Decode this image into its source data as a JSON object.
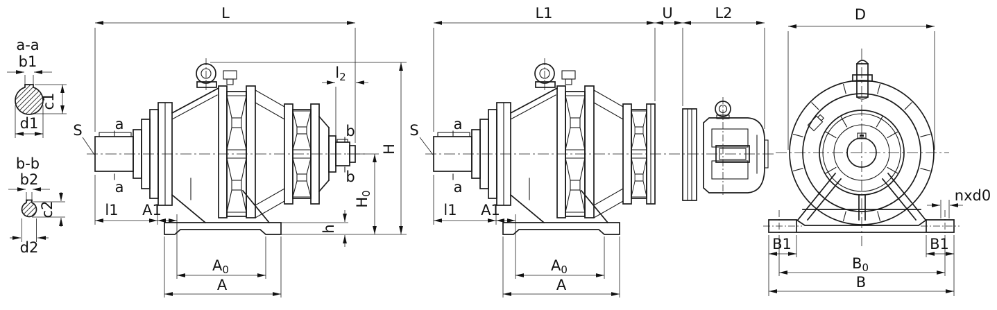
{
  "sections": {
    "aa": {
      "title": "a-a",
      "width_label": "b1",
      "height_label": "c1",
      "dia_label": "d1"
    },
    "bb": {
      "title": "b-b",
      "width_label": "b2",
      "height_label": "c2",
      "dia_label": "d2"
    }
  },
  "side_view": {
    "dim_L": "L",
    "dim_l2_base": "l",
    "dim_l2_sub": "2",
    "dim_H": "H",
    "dim_H0_base": "H",
    "dim_H0_sub": "0",
    "dim_h": "h",
    "dim_l1": "l1",
    "dim_A1": "A1",
    "dim_A0_base": "A",
    "dim_A0_sub": "0",
    "dim_A": "A",
    "shaft_label": "S",
    "section_a": "a",
    "section_b": "b"
  },
  "motor_view": {
    "dim_L1": "L1",
    "dim_U": "U",
    "dim_L2": "L2",
    "dim_l1": "l1",
    "dim_A1": "A1",
    "dim_A0_base": "A",
    "dim_A0_sub": "0",
    "dim_A": "A",
    "shaft_label": "S",
    "section_a": "a"
  },
  "front_view": {
    "dim_D": "D",
    "dim_nxd0": "nxd0",
    "dim_B1": "B1",
    "dim_B0_base": "B",
    "dim_B0_sub": "0",
    "dim_B": "B"
  },
  "colors": {
    "line": "#1a1a1a",
    "background": "#ffffff"
  }
}
